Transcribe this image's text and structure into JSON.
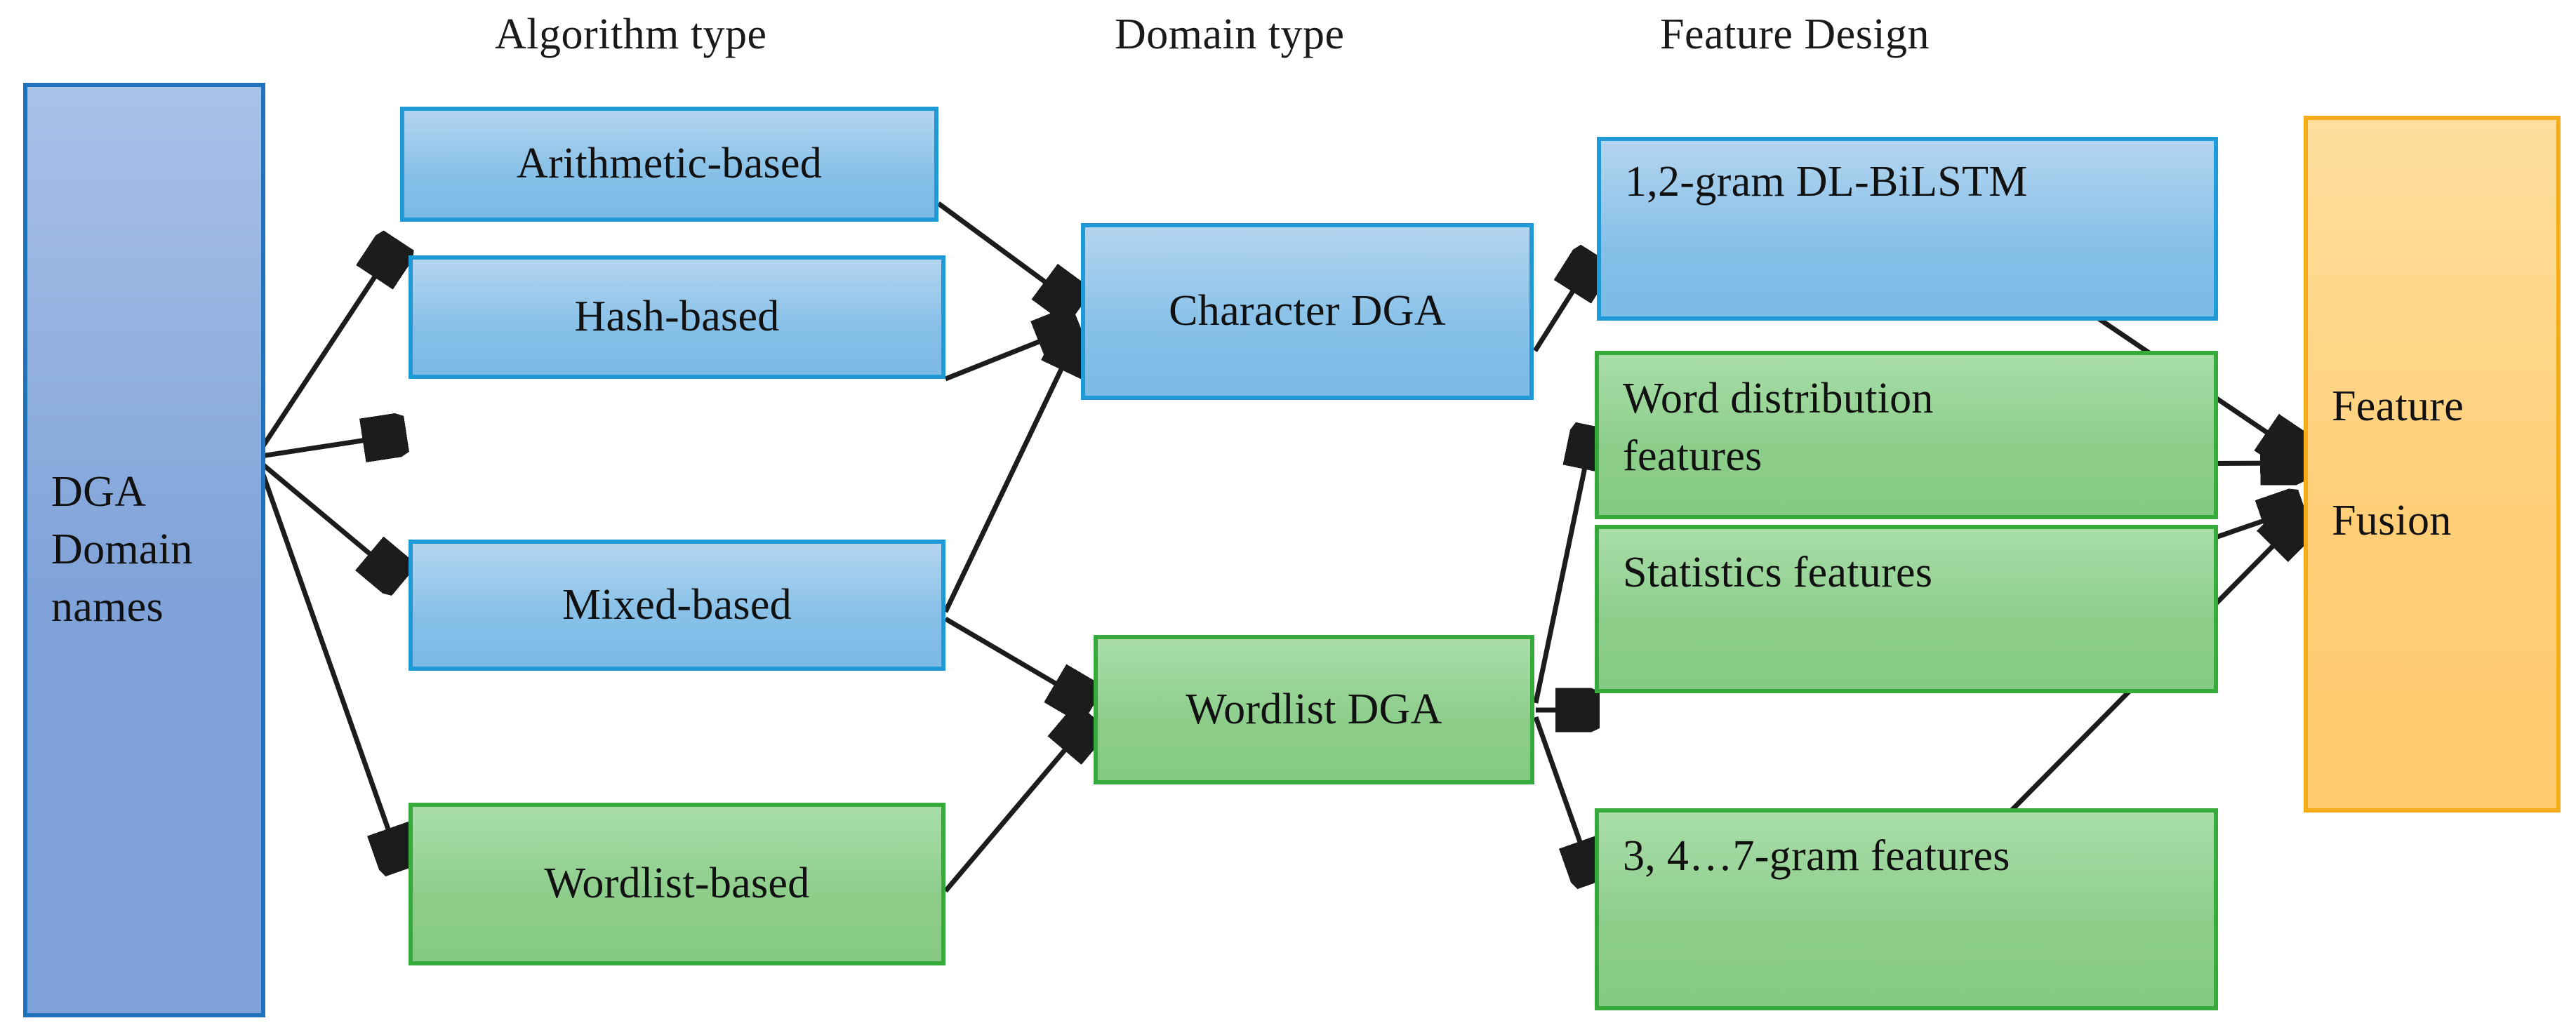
{
  "figure": {
    "kind": "flow-diagram",
    "title": "DGA domain name feature design pipeline"
  },
  "headers": [
    {
      "id": "algorithm-type",
      "label": "Algorithm type"
    },
    {
      "id": "domain-type",
      "label": "Domain type"
    },
    {
      "id": "feature-design",
      "label": "Feature Design"
    }
  ],
  "input": {
    "id": "dga-domain-names",
    "lines": [
      "DGA",
      "Domain",
      "names"
    ],
    "color": "#7fa2d8",
    "border": "#1f72bd"
  },
  "algorithm_types": [
    {
      "id": "arithmetic-based",
      "label": "Arithmetic-based",
      "color": "#86c0e8",
      "border": "#1f9ad6"
    },
    {
      "id": "hash-based",
      "label": "Hash-based",
      "color": "#86c0e8",
      "border": "#1f9ad6"
    },
    {
      "id": "mixed-based",
      "label": "Mixed-based",
      "color": "#86c0e8",
      "border": "#1f9ad6"
    },
    {
      "id": "wordlist-based",
      "label": "Wordlist-based",
      "color": "#8ccd8a",
      "border": "#36ab3c"
    }
  ],
  "domain_types": [
    {
      "id": "character-dga",
      "label": "Character DGA",
      "color": "#86c0e8",
      "border": "#1f9ad6"
    },
    {
      "id": "wordlist-dga",
      "label": "Wordlist DGA",
      "color": "#8ccd8a",
      "border": "#36ab3c"
    }
  ],
  "features": [
    {
      "id": "gram12-dl-bilstm",
      "label": "1,2-gram DL-BiLSTM",
      "color": "#86c0e8",
      "border": "#1f9ad6"
    },
    {
      "id": "word-distribution-features",
      "label": "Word distribution features",
      "color": "#8ccd8a",
      "border": "#36ab3c"
    },
    {
      "id": "statistics-features",
      "label": "Statistics features",
      "color": "#8ccd8a",
      "border": "#36ab3c"
    },
    {
      "id": "gram3to7-features",
      "label": "3, 4…7-gram features",
      "color": "#8ccd8a",
      "border": "#36ab3c"
    }
  ],
  "output": {
    "id": "feature-fusion",
    "lines": [
      "Feature",
      "Fusion"
    ],
    "color": "#ffcb70",
    "border": "#f5ad17"
  },
  "edges": [
    {
      "from": "dga-domain-names",
      "to": "arithmetic-based"
    },
    {
      "from": "dga-domain-names",
      "to": "hash-based"
    },
    {
      "from": "dga-domain-names",
      "to": "mixed-based"
    },
    {
      "from": "dga-domain-names",
      "to": "wordlist-based"
    },
    {
      "from": "arithmetic-based",
      "to": "character-dga"
    },
    {
      "from": "hash-based",
      "to": "character-dga"
    },
    {
      "from": "mixed-based",
      "to": "character-dga"
    },
    {
      "from": "mixed-based",
      "to": "wordlist-dga"
    },
    {
      "from": "wordlist-based",
      "to": "wordlist-dga"
    },
    {
      "from": "character-dga",
      "to": "gram12-dl-bilstm"
    },
    {
      "from": "wordlist-dga",
      "to": "word-distribution-features"
    },
    {
      "from": "wordlist-dga",
      "to": "statistics-features"
    },
    {
      "from": "wordlist-dga",
      "to": "gram3to7-features"
    },
    {
      "from": "gram12-dl-bilstm",
      "to": "feature-fusion"
    },
    {
      "from": "word-distribution-features",
      "to": "feature-fusion"
    },
    {
      "from": "statistics-features",
      "to": "feature-fusion"
    },
    {
      "from": "gram3to7-features",
      "to": "feature-fusion"
    }
  ]
}
